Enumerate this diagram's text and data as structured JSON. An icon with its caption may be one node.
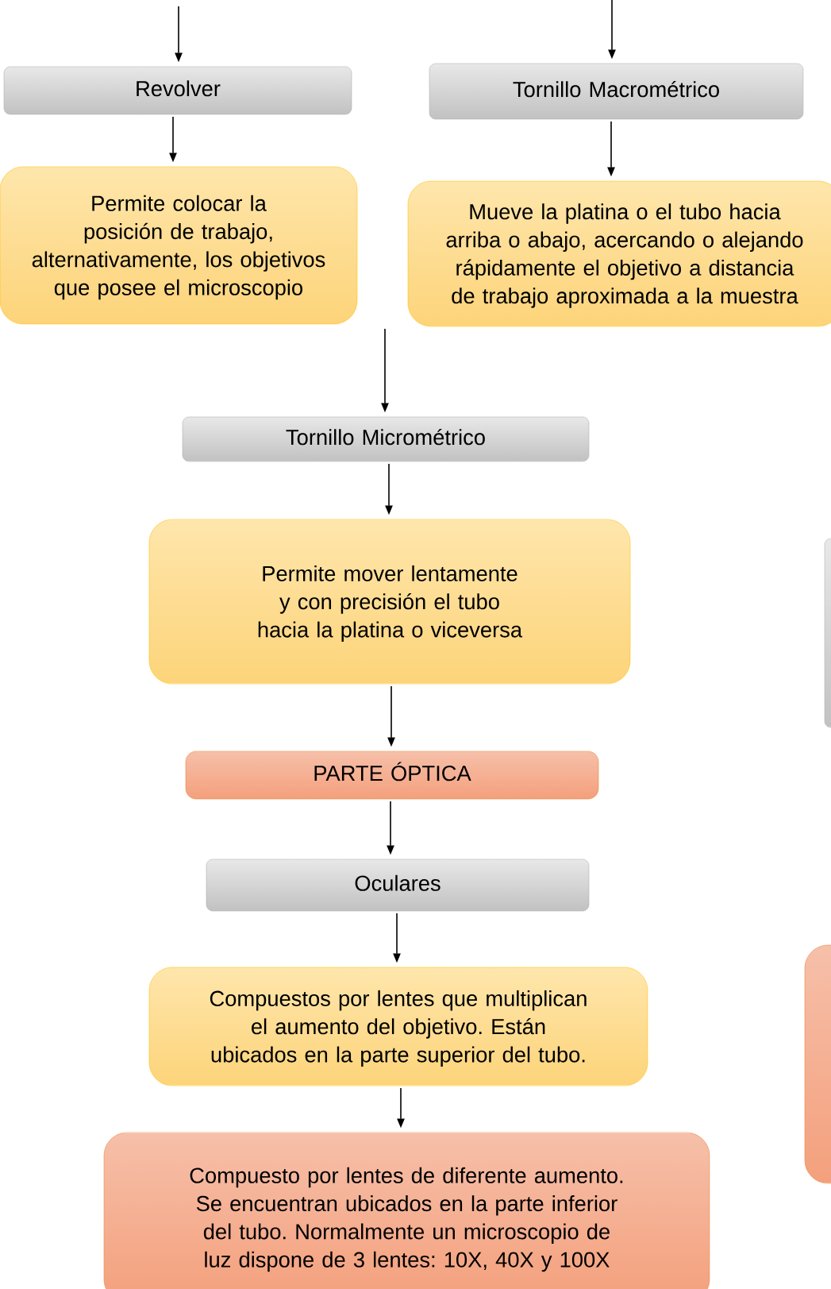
{
  "diagram": {
    "nodes": [
      {
        "text": [
          "Revolver"
        ]
      },
      {
        "text": [
          "Tornillo Macrométrico"
        ]
      },
      {
        "text": [
          "Permite colocar la posición de trabajo, alternativamente, los objetivos que posee el microscopio"
        ]
      },
      {
        "text": [
          "Mueve la platina o el tubo hacia arriba o abajo, acercando o alejando rápidamente el objetivo a distancia de trabajo aproximada a la muestra"
        ]
      },
      {
        "text": [
          "Tornillo Micrométrico"
        ]
      },
      {
        "text": [
          "Permite mover lentamente y con precisión el tubo hacia la platina o viceversa"
        ]
      },
      {
        "text": [
          "PARTE ÓPTICA"
        ]
      },
      {
        "text": [
          "Oculares"
        ]
      },
      {
        "text": [
          "Compuestos por lentes que multiplican el aumento del objetivo. Están ubicados en la parte superior del tubo."
        ]
      },
      {
        "text": [
          "Compuesto por lentes de diferente aumento. Se encuentran ubicados en la parte inferior del tubo. Normalmente un microscopio de luz dispone de 3 lentes: 10X, 40X y 100X"
        ]
      },
      {
        "text": [],
        "shape": "box"
      },
      {
        "text": [],
        "shape": "box"
      }
    ],
    "edges": [
      {
        "from": null,
        "to": 0,
        "arrow": "to"
      },
      {
        "from": null,
        "to": 1,
        "arrow": "to"
      },
      {
        "from": 0,
        "to": 2,
        "arrow": "to"
      },
      {
        "from": 1,
        "to": 3,
        "arrow": "to"
      },
      {
        "from": null,
        "to": 4,
        "arrow": "to"
      },
      {
        "from": 4,
        "to": 5,
        "arrow": "to"
      },
      {
        "from": 5,
        "to": 6,
        "arrow": "to"
      },
      {
        "from": 6,
        "to": 7,
        "arrow": "to"
      },
      {
        "from": 7,
        "to": 8,
        "arrow": "to"
      },
      {
        "from": 8,
        "to": 9,
        "arrow": "to"
      }
    ]
  }
}
